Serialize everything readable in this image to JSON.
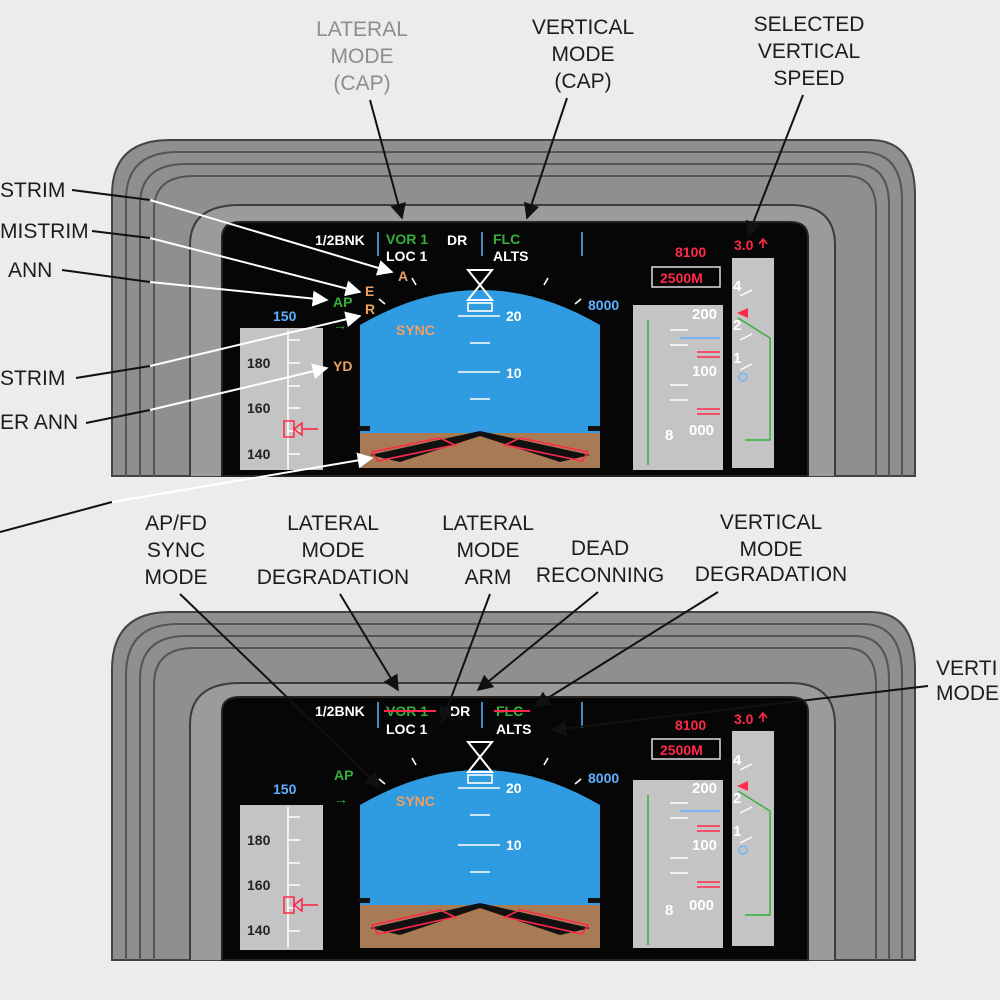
{
  "callouts": {
    "lateral_mode_cap": [
      "LATERAL",
      "MODE",
      "(CAP)"
    ],
    "vertical_mode_cap": [
      "VERTICAL",
      "MODE",
      "(CAP)"
    ],
    "selected_vertical_speed": [
      "SELECTED",
      "VERTICAL",
      "SPEED"
    ],
    "left_edge": [
      "STRIM",
      "MISTRIM",
      "ANN",
      "STRIM",
      "ER ANN"
    ],
    "ap_fd_sync_mode": [
      "AP/FD",
      "SYNC",
      "MODE"
    ],
    "lateral_mode_degradation": [
      "LATERAL",
      "MODE",
      "DEGRADATION"
    ],
    "lateral_mode_arm": [
      "LATERAL",
      "MODE",
      "ARM"
    ],
    "dead_reconning": [
      "DEAD",
      "RECONNING"
    ],
    "vertical_mode_degradation": [
      "VERTICAL",
      "MODE",
      "DEGRADATION"
    ],
    "right_edge": [
      "VERTI",
      "MODE"
    ]
  },
  "displays": [
    {
      "bank": "1/2BNK",
      "lateral_active": "VOR 1",
      "lateral_armed": "LOC 1",
      "dr": "DR",
      "vertical_active": "FLC",
      "vertical_armed": "ALTS",
      "selected_altitude": "8100",
      "baro_minimums": "2500M",
      "selected_vs": "3.0",
      "ap": "AP",
      "sync": "SYNC",
      "selected_speed": "150",
      "altitude_top": "8000",
      "speed_ticks": [
        "180",
        "160",
        "140"
      ],
      "altitude_ticks": [
        "200",
        "100",
        "000"
      ],
      "altitude_thousands": "8",
      "pitch_ticks": [
        "20",
        "10"
      ],
      "vs_ticks": [
        "4",
        "2",
        "1"
      ],
      "yd": "YD",
      "mistrim": [
        "A",
        "E",
        "R"
      ],
      "arrow": "→"
    },
    {
      "bank": "1/2BNK",
      "lateral_active": "VOR 1",
      "lateral_armed": "LOC 1",
      "dr": "DR",
      "vertical_active": "FLC",
      "vertical_armed": "ALTS",
      "selected_altitude": "8100",
      "baro_minimums": "2500M",
      "selected_vs": "3.0",
      "ap": "AP",
      "sync": "SYNC",
      "selected_speed": "150",
      "altitude_top": "8000",
      "speed_ticks": [
        "180",
        "160",
        "140"
      ],
      "altitude_ticks": [
        "200",
        "100",
        "000"
      ],
      "altitude_thousands": "8",
      "pitch_ticks": [
        "20",
        "10"
      ],
      "vs_ticks": [
        "4",
        "2",
        "1"
      ],
      "arrow": "→"
    }
  ],
  "colors": {
    "mode_active": "#35b13c",
    "mode_armed": "#ffffff",
    "annunciator_amber": "#f0a060",
    "selected_value": "#ff2a4a",
    "speed_altitude_readout": "#5fb0ff",
    "sky": "#2f9be0",
    "ground": "#a87b55"
  }
}
